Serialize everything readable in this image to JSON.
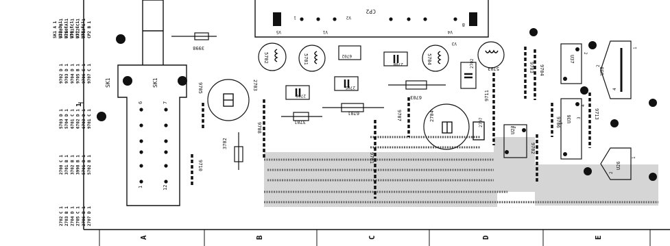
{
  "reference_columns": [
    [
      "2702 C 1",
      "2703 B 1",
      "2704 D 1",
      "2705 C 1",
      "2706 B 1",
      "2707 D 1"
    ],
    [
      "2708 C 1",
      "3701 B 1",
      "3702 B 1",
      "3998 B 1",
      "5701 B 1",
      "5702 B 1"
    ],
    [
      "5703 D 1",
      "5704 D 1",
      "6701 C 1",
      "6702 D 1",
      "6703 D 1",
      "9701 C 1"
    ],
    [
      "9702 D 1",
      "9703 D 1",
      "9704 D 1",
      "9705 B 1",
      "9706 E 1",
      "9707 C 1"
    ],
    [
      "9708 B 1",
      "9710 A 1",
      "9711 C 1",
      "9712 C 1",
      "9713 E 1",
      "CP2 B 1"
    ],
    [
      "SK1 A 1",
      "U23 D 1",
      "U26 E 1",
      "U36 E 1",
      "U37 E 1",
      "U38 E 1"
    ]
  ],
  "grid": {
    "columns": [
      "A",
      "B",
      "C",
      "D",
      "E"
    ],
    "row": "1"
  },
  "components": {
    "cp2": "CP2",
    "cp2_pins": [
      "1",
      "V2",
      "V1",
      "V5",
      "V4",
      "8",
      "V3"
    ],
    "sk1_a": "SK1",
    "sk1_b": "SK1",
    "sk1_pin6": "6",
    "sk1_pin7": "7",
    "sk1_pin1": "1",
    "sk1_pin12": "12",
    "r3998": "3998",
    "r3702": "3702",
    "r3701": "3701",
    "r6701": "6701",
    "r6703": "6703",
    "c2703": "2703",
    "c2704": "2704",
    "c2705": "2705",
    "c2706": "2706",
    "c2707": "2707",
    "c2708": "2708",
    "c2702": "2702",
    "c6702": "6702",
    "l5701": "5701",
    "l5702": "5702",
    "l5703": "5703",
    "l5704": "5704",
    "j9701": "9701",
    "j9702": "9702",
    "j9703": "9703",
    "j9704": "9704",
    "j9705": "9705",
    "j9706": "9706",
    "j9707": "9707",
    "j9708": "9708",
    "j9710": "9710",
    "j9711": "9711",
    "j9713": "9713",
    "u23": "U23",
    "u26": "U26",
    "u36": "U36",
    "u37": "U37",
    "u38": "U38",
    "u23_pin1": "1",
    "u26_pin1": "1",
    "u26_pin2": "2",
    "u36_pin1": "1",
    "u36_pin3": "3",
    "u36_pin4": "4",
    "u37_pin2": "2",
    "u38_pin1": "1",
    "u38_pin2": "2",
    "u38_pin4": "4"
  }
}
